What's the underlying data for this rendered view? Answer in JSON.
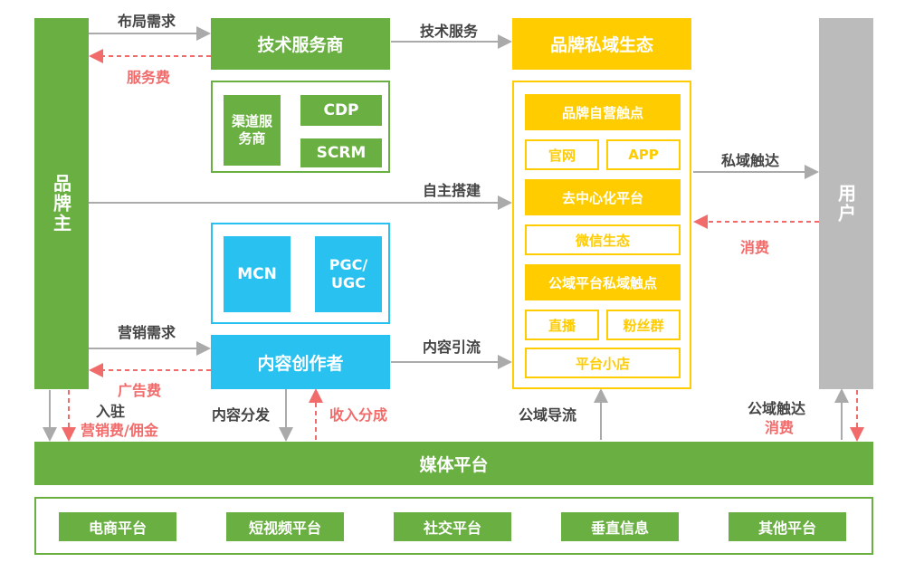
{
  "colors": {
    "green": "#6aaf42",
    "yellow": "#ffcc00",
    "blue": "#29c2f0",
    "gray": "#bbbbbb",
    "red": "#f26b6b",
    "arrow_gray": "#aaaaaa"
  },
  "nodes": {
    "brand_owner": "品牌主",
    "user": "用户",
    "tech_service_provider": "技术服务商",
    "channel_provider": "渠道服务商",
    "cdp": "CDP",
    "scrm": "SCRM",
    "mcn": "MCN",
    "pgc_ugc": "PGC/\nUGC",
    "content_creator": "内容创作者",
    "brand_private_ecosystem": "品牌私域生态",
    "brand_touchpoints": "品牌自营触点",
    "official_site": "官网",
    "app": "APP",
    "decentralized_platform": "去中心化平台",
    "wechat_ecosystem": "微信生态",
    "public_domain_touchpoints": "公域平台私域触点",
    "live_stream": "直播",
    "fan_group": "粉丝群",
    "platform_store": "平台小店",
    "media_platform": "媒体平台"
  },
  "bottom_platforms": [
    "电商平台",
    "短视频平台",
    "社交平台",
    "垂直信息",
    "其他平台"
  ],
  "edge_labels": {
    "layout_demand": "布局需求",
    "service_fee": "服务费",
    "tech_service": "技术服务",
    "self_build": "自主搭建",
    "private_reach": "私域触达",
    "consumption_private": "消费",
    "marketing_demand": "营销需求",
    "ad_fee": "广告费",
    "content_traffic": "内容引流",
    "settle_in": "入驻",
    "marketing_commission": "营销费/佣金",
    "content_distribution": "内容分发",
    "revenue_share": "收入分成",
    "public_traffic": "公域导流",
    "public_reach": "公域触达",
    "consumption_public": "消费"
  }
}
